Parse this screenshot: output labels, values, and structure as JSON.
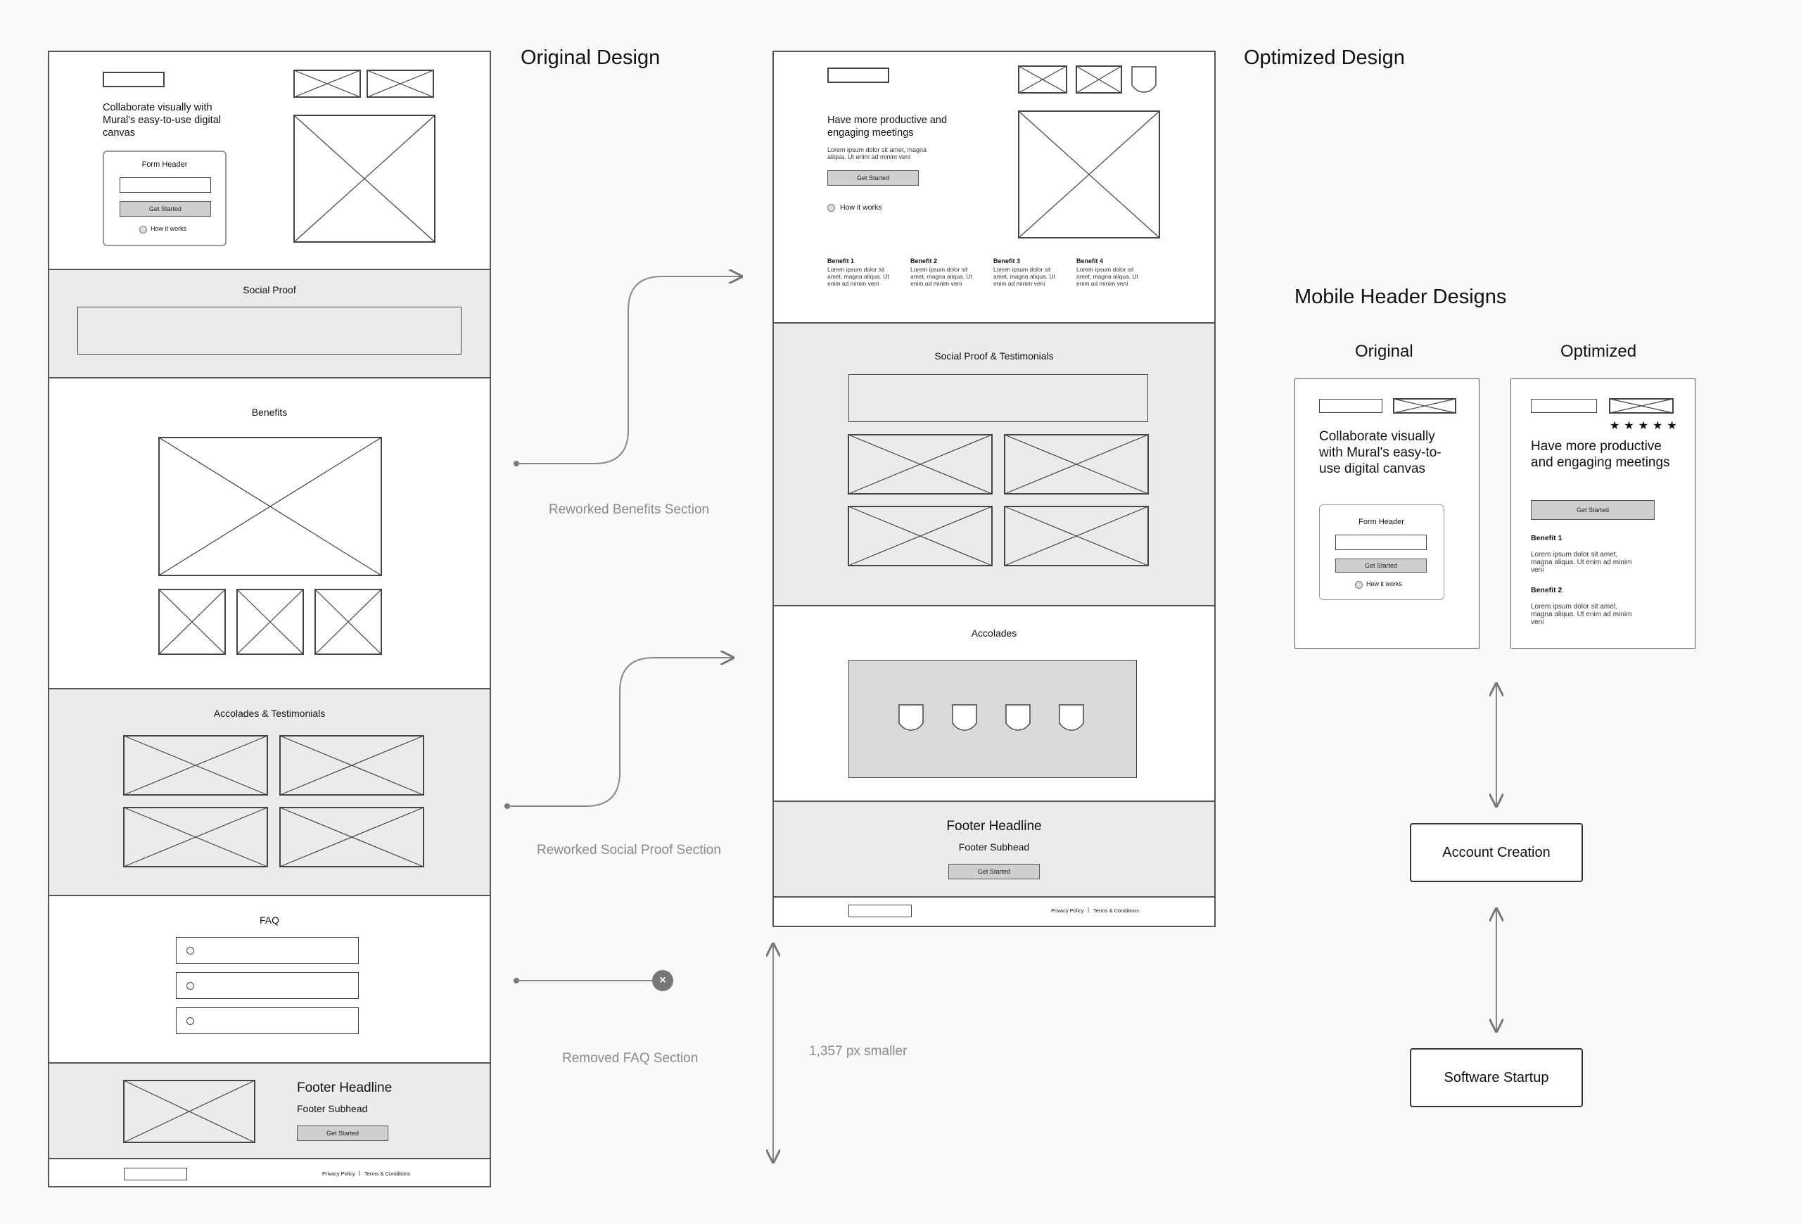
{
  "labels": {
    "original_design": "Original Design",
    "optimized_design": "Optimized Design",
    "mobile_header_designs": "Mobile Header Designs",
    "mobile_original": "Original",
    "mobile_optimized": "Optimized",
    "reworked_benefits": "Reworked Benefits Section",
    "reworked_social_proof": "Reworked Social Proof Section",
    "removed_faq": "Removed FAQ Section",
    "px_smaller": "1,357 px smaller"
  },
  "original": {
    "hero_headline": "Collaborate visually with Mural's easy-to-use digital canvas",
    "form_header": "Form Header",
    "get_started": "Get Started",
    "how_it_works": "How it works",
    "social_proof": "Social Proof",
    "benefits": "Benefits",
    "accolades_testimonials": "Accolades & Testimonials",
    "faq": "FAQ",
    "footer_headline": "Footer Headline",
    "footer_subhead": "Footer Subhead",
    "footer_button": "Get Started",
    "privacy_policy": "Privacy Policy",
    "separator": "|",
    "terms": "Terms & Conditions"
  },
  "optimized": {
    "hero_headline": "Have more productive and engaging meetings",
    "hero_body": "Lorem ipsum dolor sit amet, magna aliqua. Ut enim ad minim veni",
    "get_started": "Get Started",
    "how_it_works": "How it works",
    "benefits": [
      {
        "title": "Benefit 1",
        "body": "Lorem ipsum dolor sit amet, magna aliqua. Ut enim ad minim veni"
      },
      {
        "title": "Benefit 2",
        "body": "Lorem ipsum dolor sit amet, magna aliqua. Ut enim ad minim veni"
      },
      {
        "title": "Benefit 3",
        "body": "Lorem ipsum dolor sit amet, magna aliqua. Ut enim ad minim veni"
      },
      {
        "title": "Benefit 4",
        "body": "Lorem ipsum dolor sit amet, magna aliqua. Ut enim ad minim veni"
      }
    ],
    "social_proof_testimonials": "Social Proof & Testimonials",
    "accolades": "Accolades",
    "footer_headline": "Footer Headline",
    "footer_subhead": "Footer Subhead",
    "footer_button": "Get Started",
    "privacy_policy": "Privacy Policy",
    "separator": "|",
    "terms": "Terms & Conditions"
  },
  "mobile_original": {
    "headline": "Collaborate visually with Mural's easy-to-use digital canvas",
    "form_header": "Form Header",
    "get_started": "Get Started",
    "how_it_works": "How it works"
  },
  "mobile_optimized": {
    "stars": "★★★★★",
    "headline": "Have more productive and engaging meetings",
    "get_started": "Get Started",
    "benefit1_title": "Benefit 1",
    "benefit1_body": "Lorem ipsum dolor sit amet, magna aliqua. Ut enim ad minim veni",
    "benefit2_title": "Benefit 2",
    "benefit2_body": "Lorem ipsum dolor sit amet, magna aliqua. Ut enim ad minim veni"
  },
  "flow": {
    "account_creation": "Account Creation",
    "software_startup": "Software Startup"
  },
  "icons": {
    "remove": "×"
  }
}
